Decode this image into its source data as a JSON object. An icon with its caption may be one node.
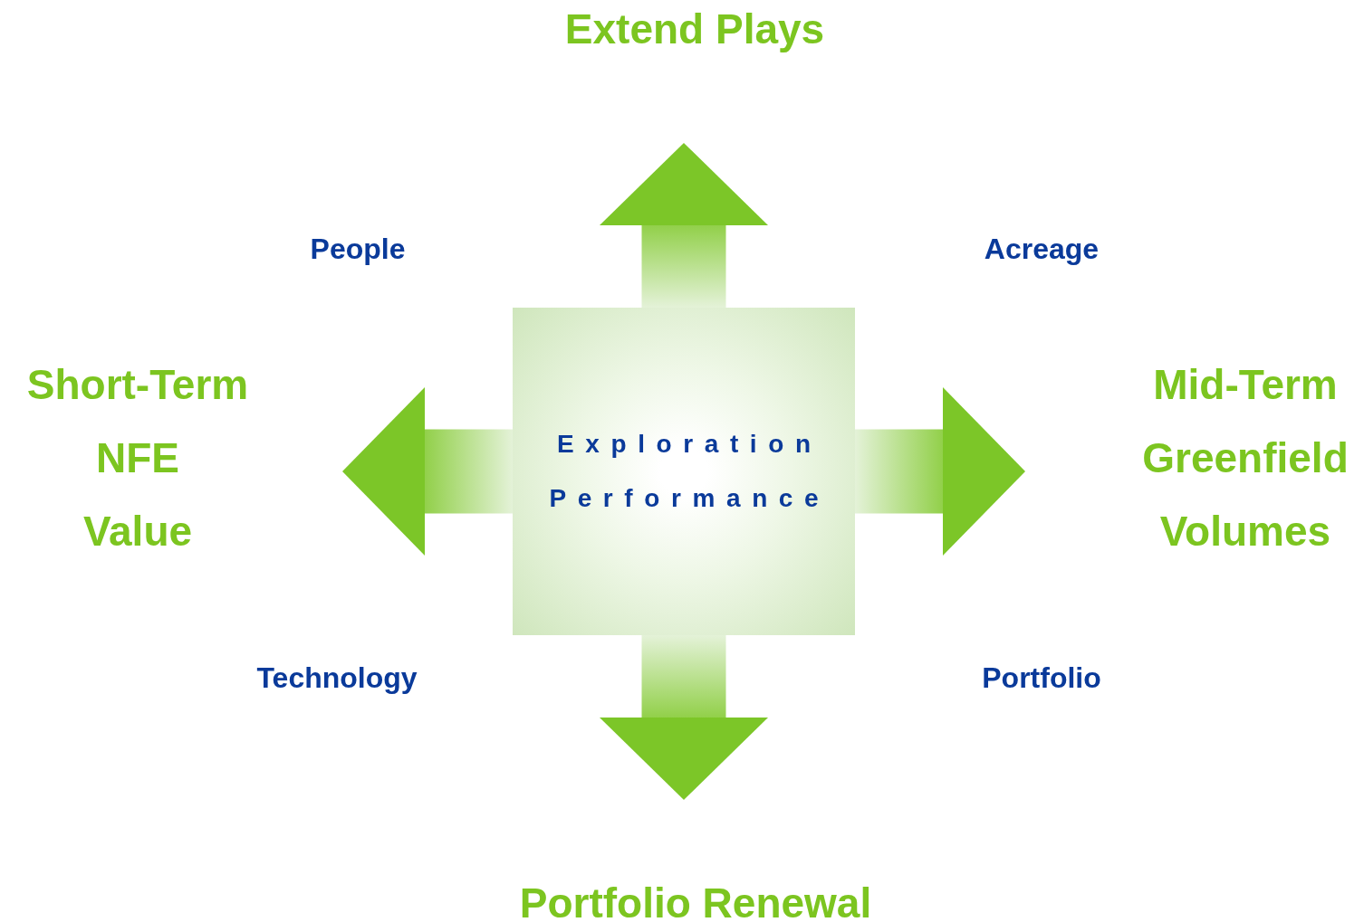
{
  "diagram": {
    "nodes": [
      {
        "text": [
          "Exploration Performance"
        ]
      },
      {
        "text": [
          "Extend Plays"
        ]
      },
      {
        "text": [
          "Short-Term NFE Value"
        ]
      },
      {
        "text": [
          "Mid-Term Greenfield Volumes"
        ]
      },
      {
        "text": [
          "Portfolio Renewal"
        ]
      }
    ],
    "edges": [
      {
        "from": 0,
        "to": 1,
        "arrow": "to"
      },
      {
        "from": 0,
        "to": 2,
        "arrow": "to"
      },
      {
        "from": 0,
        "to": 3,
        "arrow": "to"
      },
      {
        "from": 0,
        "to": 4,
        "arrow": "to"
      }
    ],
    "labels": [
      "People",
      "Acreage",
      "Technology",
      "Portfolio"
    ]
  }
}
